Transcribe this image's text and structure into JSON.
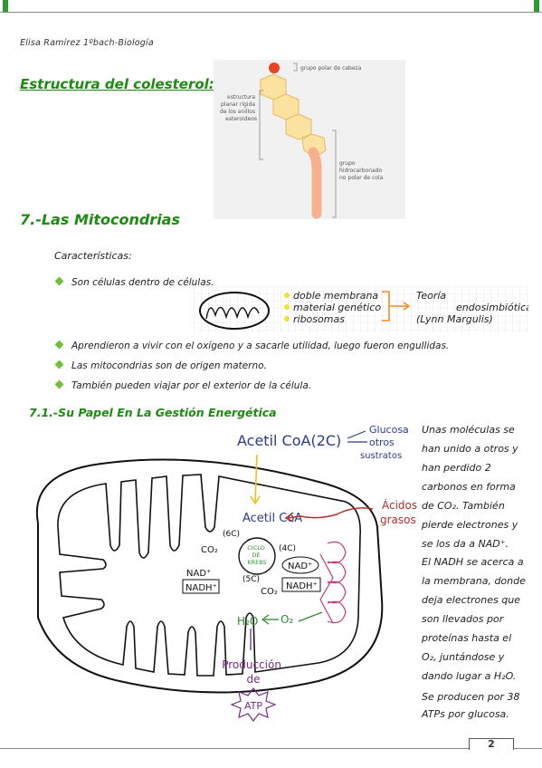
{
  "header": {
    "author": "Elisa Ramírez 1ºbach-Biología"
  },
  "colesterol": {
    "heading": "Estructura del colesterol:",
    "figure": {
      "label_polar": "grupo polar de cabeza",
      "label_rigid": [
        "estructura",
        "planar rígida",
        "de los anillos",
        "esteroideos"
      ],
      "label_tail": [
        "grupo",
        "hidrocarbonado",
        "no polar de cola"
      ]
    }
  },
  "mitocondrias": {
    "heading": "7.-Las Mitocondrias",
    "caracteristicas": "Características:",
    "bullets": [
      "Son células dentro de células.",
      "Aprendieron a vivir con el oxígeno y a sacarle utilidad, luego fueron engullidas.",
      "Las mitocondrias son de origen materno.",
      "También pueden viajar por el exterior de la célula."
    ],
    "sketch": {
      "items": [
        "doble membrana",
        "material genético",
        "ribosomas"
      ],
      "theory": [
        "Teoría",
        "endosimbiótica",
        "(Lynn Margulis)"
      ]
    }
  },
  "energetica": {
    "heading": "7.1.-Su Papel En La Gestión Energética",
    "paragraph1": [
      "Unas moléculas se",
      "han unido a otros y",
      "han perdido 2",
      "carbonos en forma",
      "de CO₂. También",
      "pierde electrones y",
      "se los da a NAD⁺."
    ],
    "paragraph2": [
      "El NADH se acerca a",
      "la membrana, donde",
      "deja electrones que",
      "son llevados por",
      "proteínas hasta el",
      "O₂, juntándose y",
      "dando lugar a H₂O."
    ],
    "paragraph3": [
      "Se producen por 38",
      "ATPs por glucosa."
    ],
    "diagram": {
      "acetil_top": "Acetil CoA(2C)",
      "glucosa": "Glucosa",
      "otros": "otros",
      "sustratos": "sustratos",
      "acetil_inner": "Acetil CoA",
      "acidos": "Ácidos",
      "grasos": "grasos",
      "ciclo": [
        "CICLO",
        "DE",
        "KREBS"
      ],
      "c6": "(6C)",
      "c4": "(4C)",
      "c5": "(5C)",
      "co2": "CO₂",
      "nad": "NAD⁺",
      "nadh": "NADH⁺",
      "h2o": "H₂O",
      "o2": "O₂",
      "produccion": [
        "Producción",
        "de"
      ],
      "atp": "ATP"
    }
  },
  "footer": {
    "page": "2"
  }
}
